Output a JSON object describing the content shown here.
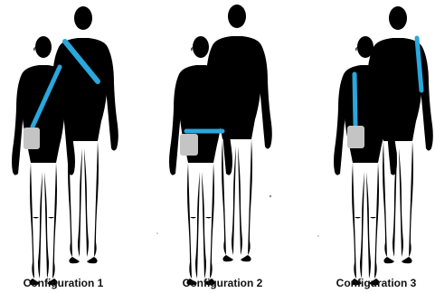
{
  "configurations": [
    {
      "label": "Configuration 1",
      "strap": "diagonal across chest and back",
      "pouch": "left hip"
    },
    {
      "label": "Configuration 2",
      "strap": "horizontal around waist",
      "pouch": "left hip"
    },
    {
      "label": "Configuration 3",
      "strap": "vertical over shoulder",
      "pouch": "left hip"
    }
  ],
  "colors": {
    "strap": "#2aa7dc",
    "pouch": "#c4c4c4",
    "outline": "#222222",
    "background": "#ffffff"
  }
}
